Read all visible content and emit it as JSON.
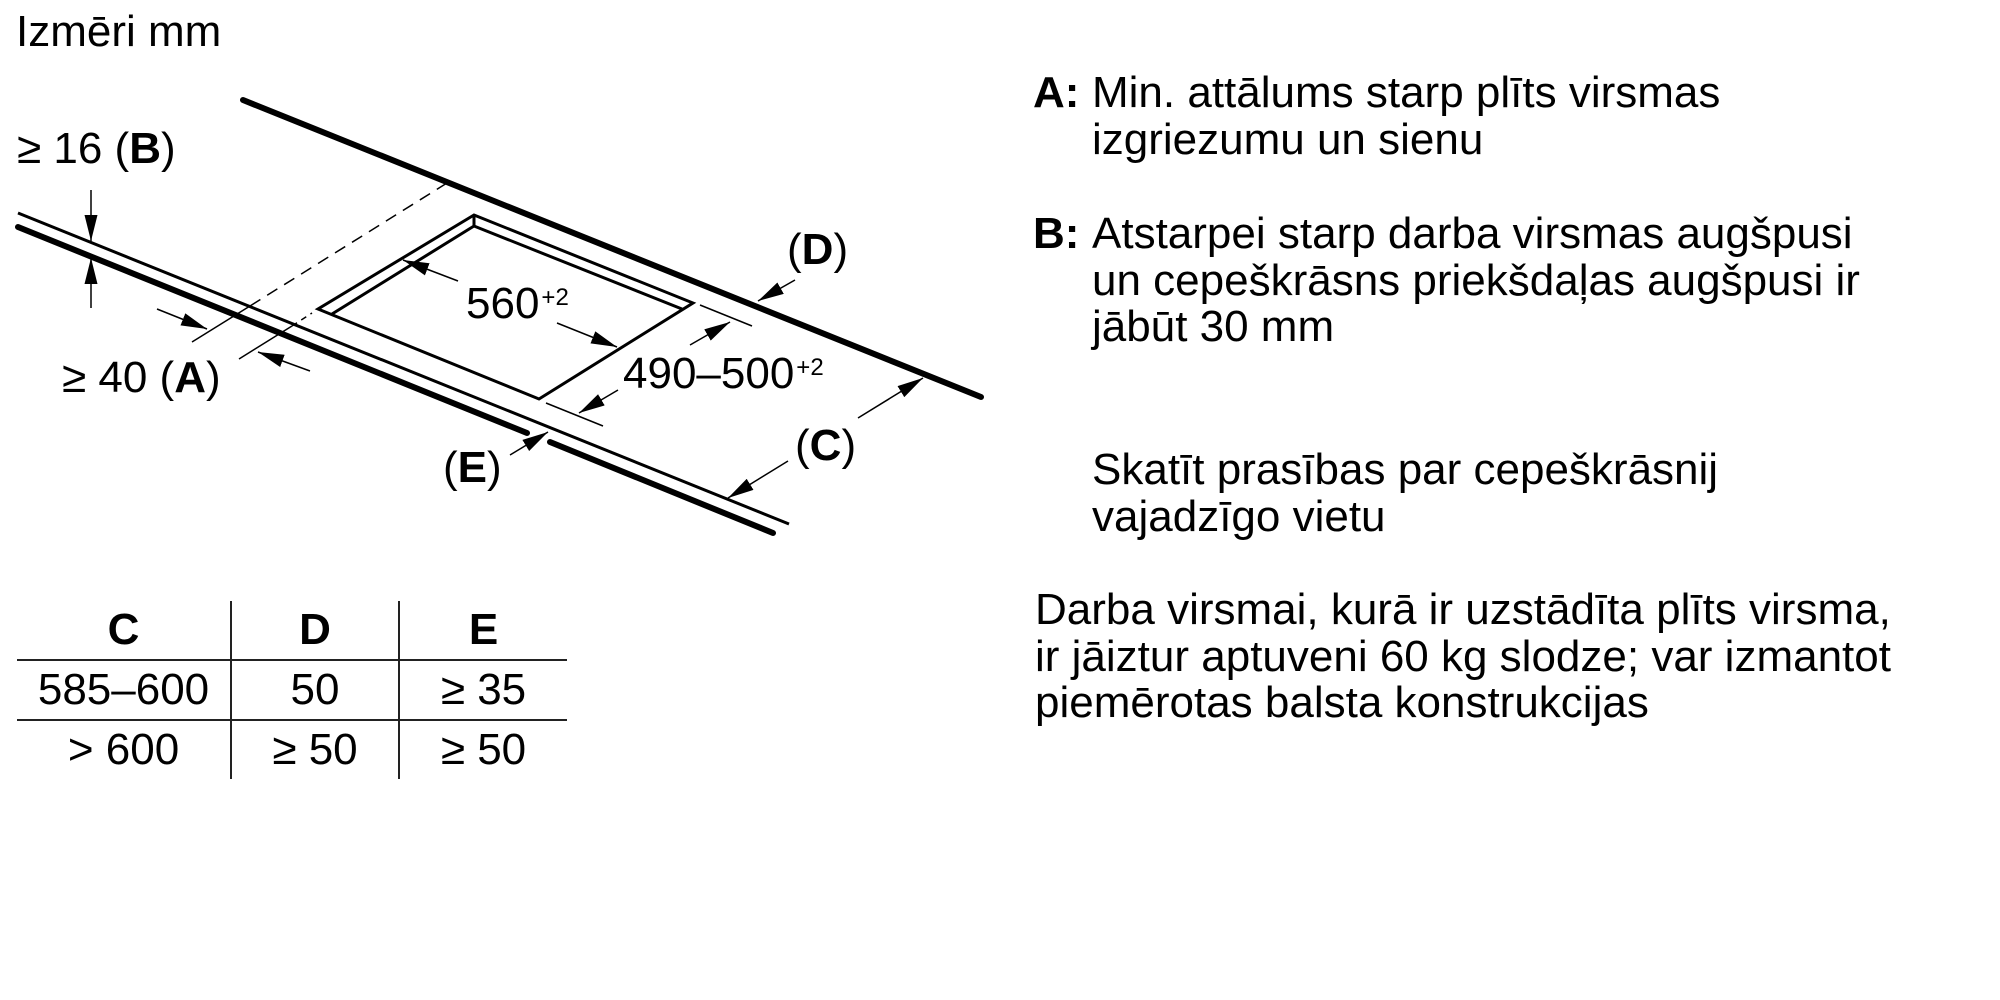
{
  "title": "Izmēri mm",
  "diagram": {
    "labels": {
      "B_dim": {
        "prefix": "≥ 16 (",
        "key": "B",
        "suffix": ")"
      },
      "A_dim": {
        "prefix": "≥ 40 (",
        "key": "A",
        "suffix": ")"
      },
      "cutout_width": {
        "value": "560",
        "tolerance": "+2"
      },
      "cutout_depth": {
        "value": "490–500",
        "tolerance": "+2"
      },
      "D": {
        "prefix": "(",
        "key": "D",
        "suffix": ")"
      },
      "C": {
        "prefix": "(",
        "key": "C",
        "suffix": ")"
      },
      "E": {
        "prefix": "(",
        "key": "E",
        "suffix": ")"
      }
    },
    "line_color": "#000000"
  },
  "table": {
    "headers": [
      "C",
      "D",
      "E"
    ],
    "rows": [
      [
        "585–600",
        "50",
        "≥ 35"
      ],
      [
        "> 600",
        "≥ 50",
        "≥ 50"
      ]
    ]
  },
  "notes": [
    {
      "key": "A:",
      "lines": [
        "Min. attālums starp plīts virsmas",
        "izgriezumu un sienu"
      ]
    },
    {
      "key": "B:",
      "lines": [
        "Atstarpei starp darba virsmas augšpusi",
        "un cepeškrāsns priekšdaļas augšpusi ir",
        "jābūt 30 mm"
      ]
    },
    {
      "key": "",
      "lines": [
        "Skatīt prasības par cepeškrāsnij",
        "vajadzīgo vietu"
      ]
    },
    {
      "key": "",
      "lines": [
        "Darba virsmai, kurā ir uzstādīta plīts virsma,",
        "ir jāiztur aptuveni 60 kg slodze; var izmantot",
        "piemērotas balsta konstrukcijas"
      ]
    }
  ]
}
